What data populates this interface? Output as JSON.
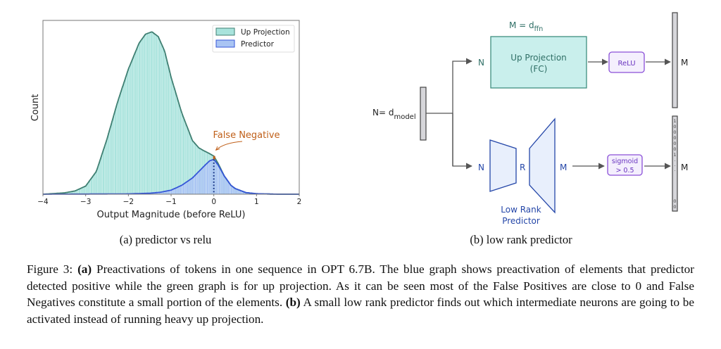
{
  "subfigure_a": {
    "label": "(a) predictor vs relu",
    "annotation": "False Negative",
    "legend": [
      "Up Projection",
      "Predictor"
    ]
  },
  "subfigure_b": {
    "label": "(b) low rank predictor",
    "m_label": "M = d",
    "m_sub": "ffn",
    "n_label": "N= d",
    "n_sub": "model",
    "up_proj_line1": "Up Projection",
    "up_proj_line2": "(FC)",
    "relu": "ReLU",
    "sigmoid_line1": "sigmoid",
    "sigmoid_line2": "> 0.5",
    "n_top": "N",
    "n_bottom": "N",
    "r": "R",
    "m_mid": "M",
    "m_out_top": "M",
    "m_out_bottom": "M",
    "low_rank_line1": "Low Rank",
    "low_rank_line2": "Predictor",
    "mask_digits": [
      "1",
      "0",
      "0",
      "0",
      "0",
      "0",
      "1",
      "·",
      "·",
      "·",
      "0",
      "0"
    ],
    "colors": {
      "up_fill": "#c9efec",
      "up_stroke": "#3f8f80",
      "relu_stroke": "#8a4fd8",
      "relu_fill": "#f4effd",
      "predictor_stroke": "#2446a8",
      "predictor_fill": "#e8effc",
      "bar_fill": "#d6d6da"
    }
  },
  "chart_data": {
    "type": "histogram-with-kde",
    "xlabel": "Output Magnitude (before ReLU)",
    "ylabel": "Count",
    "xlim": [
      -4,
      2
    ],
    "xticks": [
      "−4",
      "−3",
      "−2",
      "−1",
      "0",
      "1",
      "2"
    ],
    "xtick_values": [
      -4,
      -3,
      -2,
      -1,
      0,
      1,
      2
    ],
    "ylim": [
      0,
      1.07
    ],
    "grid": false,
    "legend_position": "top-right",
    "series": [
      {
        "name": "Up Projection",
        "color": "#3f7f72",
        "fill": "#a8e3dc",
        "x": [
          -4,
          -3.5,
          -3.25,
          -3,
          -2.75,
          -2.5,
          -2.25,
          -2,
          -1.75,
          -1.6,
          -1.45,
          -1.3,
          -1.15,
          -1,
          -0.75,
          -0.5,
          -0.35,
          -0.25,
          -0.1,
          0,
          0.1,
          0.25,
          0.4,
          0.5,
          0.75,
          1,
          1.5,
          2
        ],
        "y": [
          0,
          0.008,
          0.02,
          0.05,
          0.14,
          0.34,
          0.57,
          0.77,
          0.93,
          0.985,
          1.0,
          0.97,
          0.88,
          0.72,
          0.5,
          0.33,
          0.285,
          0.27,
          0.25,
          0.235,
          0.19,
          0.11,
          0.055,
          0.035,
          0.01,
          0.003,
          0,
          0
        ]
      },
      {
        "name": "Predictor",
        "color": "#3556d8",
        "fill": "#a9c4f3",
        "x": [
          -4,
          -2,
          -1.5,
          -1.25,
          -1,
          -0.75,
          -0.5,
          -0.35,
          -0.2,
          -0.1,
          0,
          0.1,
          0.25,
          0.4,
          0.5,
          0.75,
          1,
          1.5,
          2
        ],
        "y": [
          0,
          0.002,
          0.006,
          0.012,
          0.025,
          0.055,
          0.1,
          0.14,
          0.18,
          0.205,
          0.215,
          0.18,
          0.11,
          0.055,
          0.035,
          0.01,
          0.003,
          0,
          0
        ]
      }
    ],
    "annotations": [
      {
        "text": "False Negative",
        "x": 0,
        "color": "#c0601a"
      }
    ],
    "threshold_line_x": 0
  },
  "caption": {
    "prefix": "Figure 3: ",
    "a_tag": "(a)",
    "a_text": " Preactivations of tokens in one sequence in OPT 6.7B. The blue graph shows preactivation of elements that predictor detected positive while the green graph is for up projection.  As it can be seen most of the False Positives are close to 0 and False Negatives constitute a small portion of the elements. ",
    "b_tag": "(b)",
    "b_text": " A small low rank predictor finds out which intermediate neurons are going to be activated instead of running heavy up projection."
  }
}
